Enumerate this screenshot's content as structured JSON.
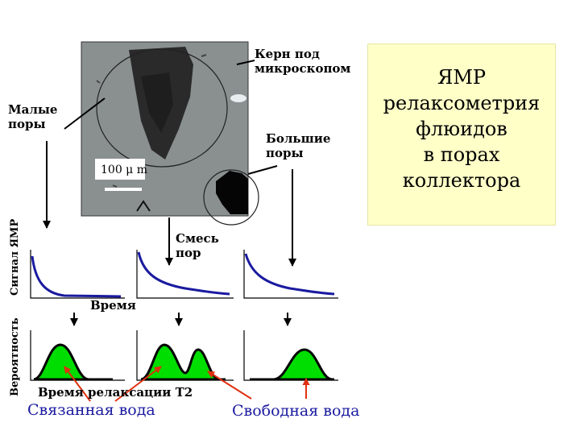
{
  "core_label": "Керн под\nмикроскопом",
  "small_pores_label": "Малые\nпоры",
  "large_pores_label": "Большие\nпоры",
  "mixture_label": "Смесь\nпор",
  "scale_label": "100 μ m",
  "signal_axis_label": "Сигнал ЯМР",
  "probability_axis_label": "Вероятность",
  "time_label": "Время",
  "relaxation_time_label": "Время релаксации Т2",
  "bound_water_label": "Связанная вода",
  "free_water_label": "Свободная вода",
  "panel_text": "ЯМР\nрелаксометрия\nфлюидов\nв порах\nколлектора",
  "colors": {
    "panel_bg": "#ffffc8",
    "decay_curve": "#1a1aa0",
    "distribution_fill": "#00dd00",
    "water_label": "#1a1aa0",
    "annotation_arrow": "#e03010",
    "micrograph_bg": "#8a9090"
  }
}
